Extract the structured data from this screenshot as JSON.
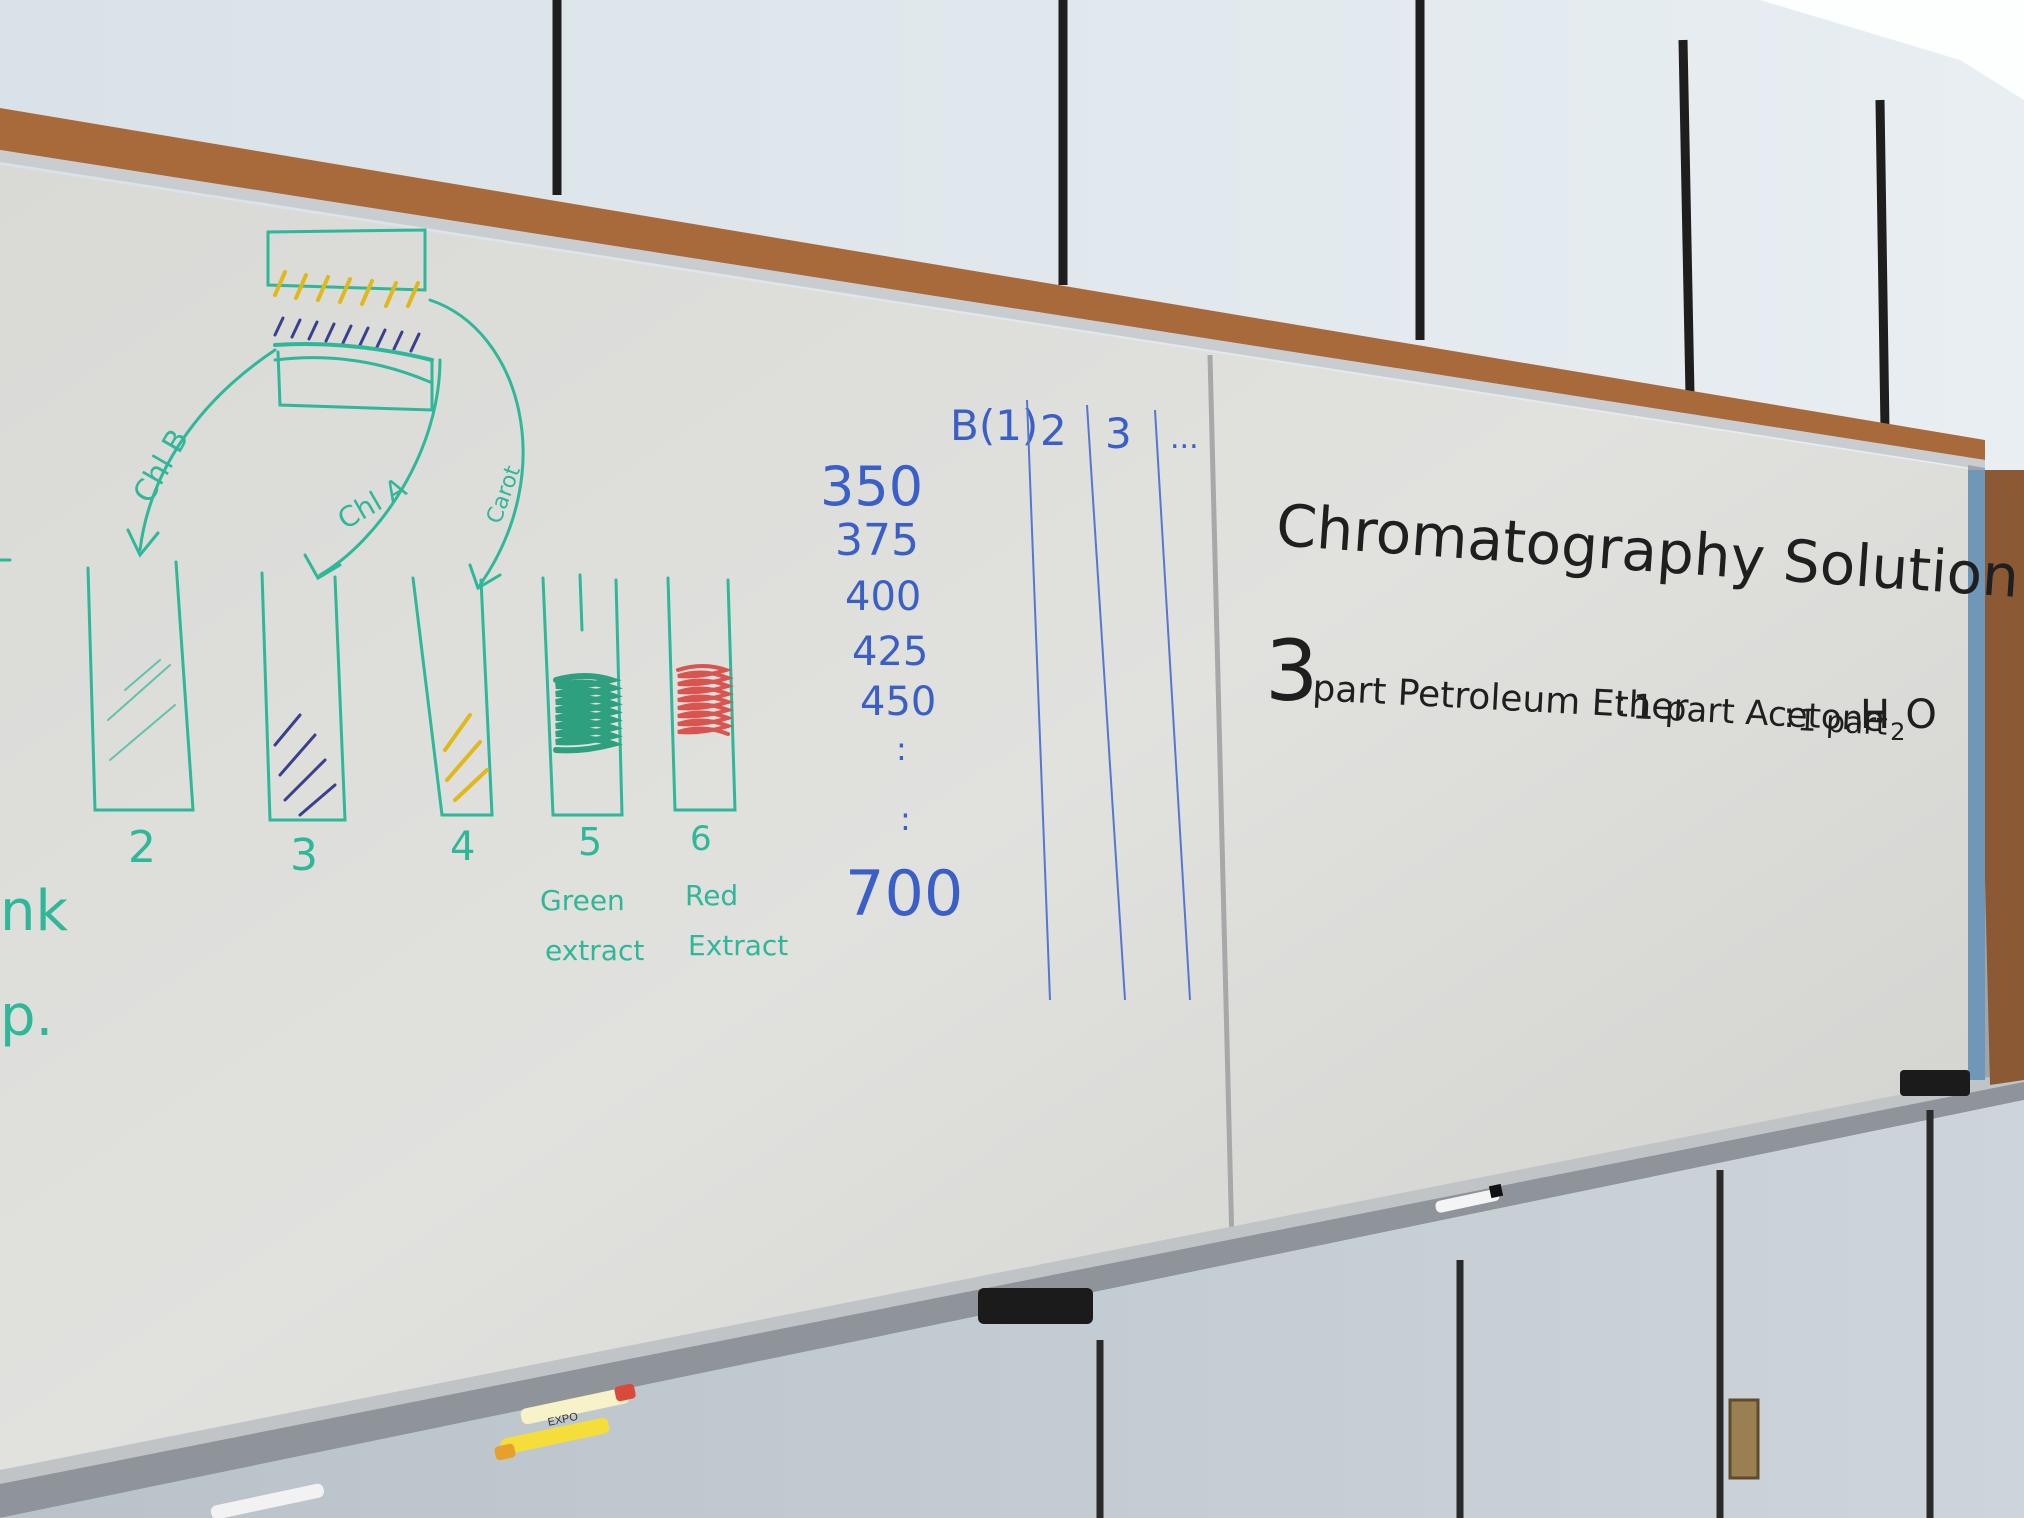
{
  "board": {
    "left_panel": {
      "arrow_labels": {
        "chl_b": "Chl B",
        "chl_a": "Chl A",
        "carot": "Carot"
      },
      "tubes": [
        {
          "number": "2",
          "caption": ""
        },
        {
          "number": "3",
          "caption": ""
        },
        {
          "number": "4",
          "caption": ""
        },
        {
          "number": "5",
          "caption_line1": "Green",
          "caption_line2": "extract"
        },
        {
          "number": "6",
          "caption_line1": "Red",
          "caption_line2": "Extract"
        }
      ],
      "edge_fragments": {
        "line1": "nk",
        "line2": "p."
      },
      "colors": {
        "marker_green": "#2fb79a",
        "marker_yellow": "#e0b81a",
        "marker_navy": "#3a3f8f",
        "marker_red": "#d9544f"
      }
    },
    "wavelength_column": {
      "values": [
        "350",
        "375",
        "400",
        "425",
        "450",
        "700"
      ],
      "ellipsis": ":",
      "color": "#3a5fc8"
    },
    "table_header": {
      "col1": "B(1)",
      "col2": "2",
      "col3": "3",
      "more": "..."
    },
    "right_panel": {
      "title": "Chromatography Solution:",
      "ratio_lead": "3",
      "ratio_text_1": "part Petroleum Ether",
      "ratio_sep_1": ":",
      "ratio_text_2": "1 part Acetone",
      "ratio_sep_2": ":",
      "ratio_text_3": "1 part",
      "ratio_h2o": "H",
      "ratio_h2o_sub": "2",
      "ratio_h2o_o": "O",
      "color": "#1f1f1f"
    },
    "tray": {
      "marker_label": "EXPO"
    }
  }
}
